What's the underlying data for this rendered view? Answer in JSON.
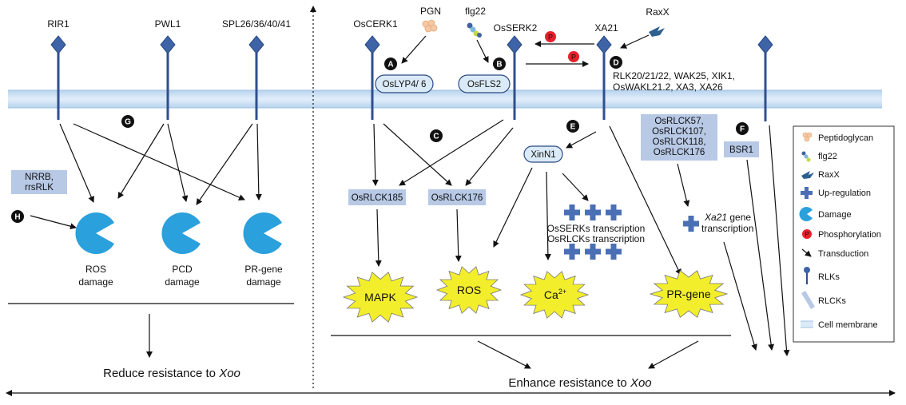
{
  "left_receptors": [
    "RIR1",
    "PWL1",
    "SPL26/36/40/41"
  ],
  "left_box": [
    "NRRB,",
    "rrsRLK"
  ],
  "damage_labels": [
    [
      "ROS",
      "damage"
    ],
    [
      "PCD",
      "damage"
    ],
    [
      "PR-gene",
      "damage"
    ]
  ],
  "left_outcome": {
    "prefix": "Reduce resistance to ",
    "italic": "Xoo"
  },
  "right_receptors": [
    "OsCERK1",
    "OsSERK2",
    "XA21"
  ],
  "ligands": [
    "PGN",
    "flg22",
    "RaxX"
  ],
  "coreceptors": [
    "OsLYP4/ 6",
    "OsFLS2"
  ],
  "rlk_list": [
    "RLK20/21/22, WAK25, XIK1,",
    "OsWAKL21.2, XA3, XA26"
  ],
  "rlck_box": [
    "OsRLCK57,",
    "OsRLCK107,",
    "OsRLCK118,",
    "OsRLCK176"
  ],
  "bsr1": "BSR1",
  "xinn1": "XinN1",
  "rlcks": [
    "OsRLCK185",
    "OsRLCK176"
  ],
  "transcription": [
    "OsSERKs transcription",
    "OsRLCKs transcription"
  ],
  "xa21_gene": {
    "italic": "Xa21",
    "suffix": " gene",
    "line2": "transcription"
  },
  "bursts": {
    "mapk": "MAPK",
    "ros": "ROS",
    "ca": "Ca",
    "ca_sup": "2+",
    "pr": "PR-gene"
  },
  "right_outcome": {
    "prefix": "Enhance resistance to ",
    "italic": "Xoo"
  },
  "phospho_mark": "P",
  "circle_labels": [
    "A",
    "B",
    "C",
    "D",
    "E",
    "F",
    "G",
    "H"
  ],
  "legend": [
    {
      "icon": "peptidoglycan-icon",
      "label": "Peptidoglycan"
    },
    {
      "icon": "flg22-icon",
      "label": "flg22"
    },
    {
      "icon": "raxx-icon",
      "label": "RaxX"
    },
    {
      "icon": "plus-icon",
      "label": "Up-regulation"
    },
    {
      "icon": "damage-icon",
      "label": "Damage"
    },
    {
      "icon": "phosphorylation-icon",
      "label": "Phosphorylation"
    },
    {
      "icon": "transduction-arrow-icon",
      "label": "Transduction"
    },
    {
      "icon": "rlk-icon",
      "label": "RLKs"
    },
    {
      "icon": "rlck-icon",
      "label": "RLCKs"
    },
    {
      "icon": "membrane-icon",
      "label": "Cell membrane"
    }
  ],
  "colors": {
    "receptor": "#3e63a6",
    "membrane": "#cfe1f3",
    "box": "#b8c9e6",
    "burst": "#f3ee2c",
    "damage": "#2aa0dc",
    "phospho": "#e8202a",
    "plus": "#4a6fb5",
    "coreceptor": "#dbeaf7"
  }
}
